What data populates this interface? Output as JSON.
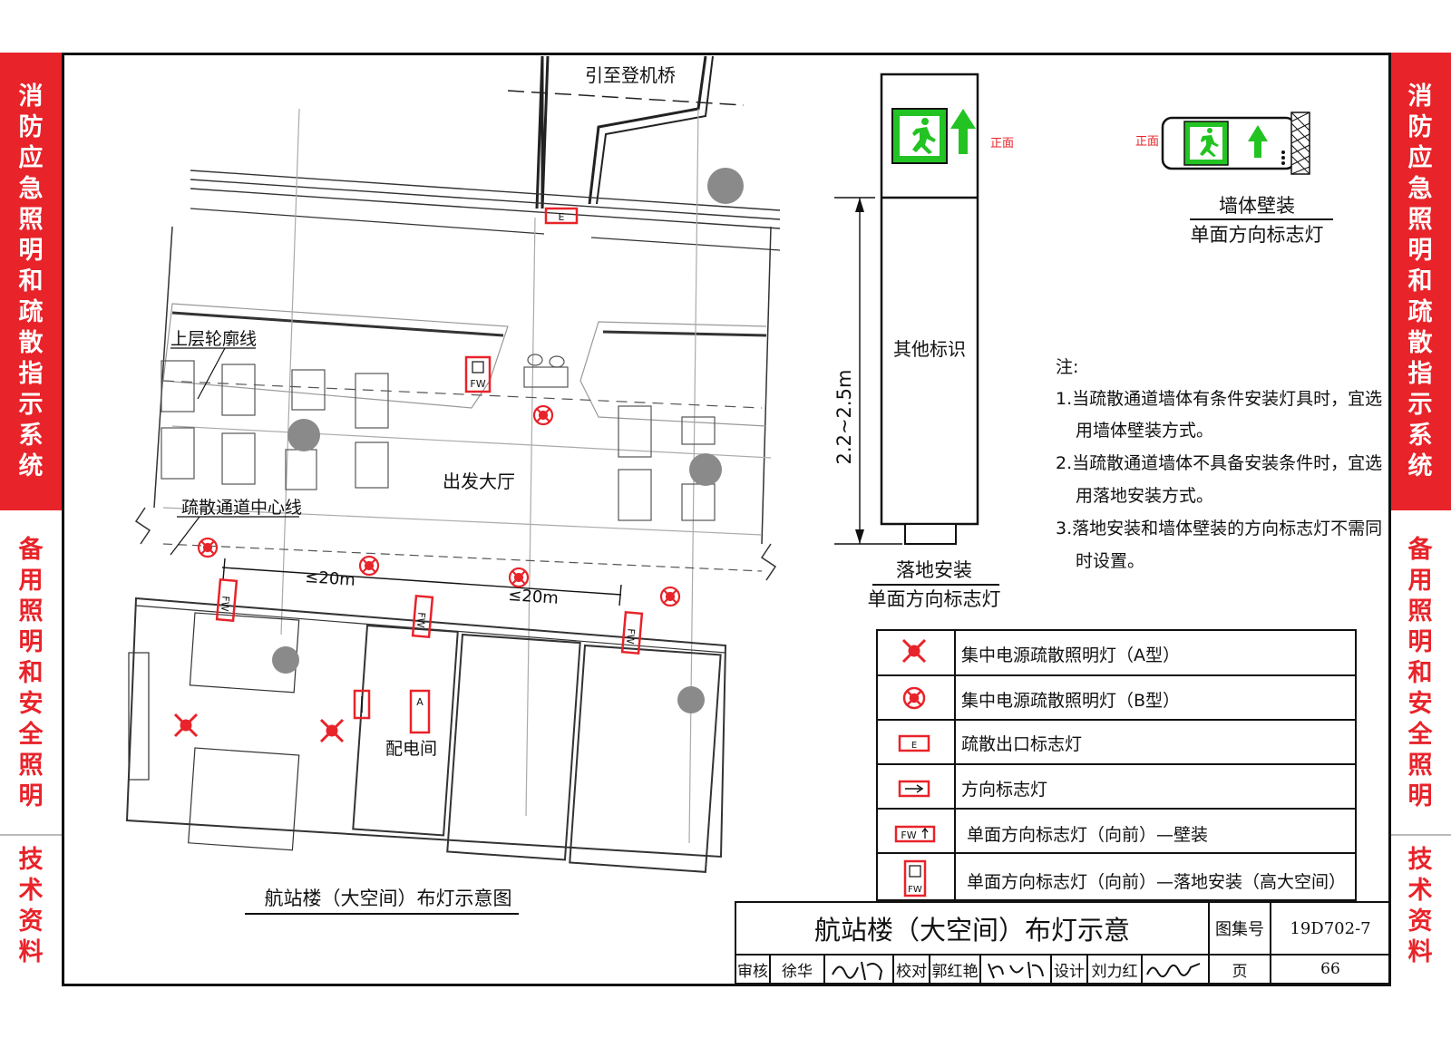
{
  "sidebar": {
    "sections": [
      {
        "text": "消防应急照明和疏散指示系统",
        "style": "red"
      },
      {
        "text": "备用照明和安全照明",
        "style": "white"
      },
      {
        "text": "技术资料",
        "style": "white"
      }
    ]
  },
  "plan": {
    "caption": "航站楼（大空间）布灯示意图",
    "labels": {
      "bridge": "引至登机桥",
      "upper_outline": "上层轮廓线",
      "evac_centerline": "疏散通道中心线",
      "hall": "出发大厅",
      "dist1": "≤20m",
      "dist2": "≤20m",
      "elec_room": "配电间",
      "fw": "FW",
      "exit_e": "E",
      "a_mark": "A"
    }
  },
  "floor_sign": {
    "label_front": "正面",
    "other_marks": "其他标识",
    "height": "2.2~2.5m",
    "caption_line1": "落地安装",
    "caption_line2": "单面方向标志灯"
  },
  "wall_sign": {
    "label_front": "正面",
    "caption_line1": "墙体壁装",
    "caption_line2": "单面方向标志灯"
  },
  "notes": {
    "title": "注:",
    "lines": [
      "1.当疏散通道墙体有条件安装灯具时，宜选",
      "用墙体壁装方式。",
      "2.当疏散通道墙体不具备安装条件时，宜选",
      "用落地安装方式。",
      "3.落地安装和墙体壁装的方向标志灯不需同",
      "时设置。"
    ]
  },
  "legend": [
    {
      "symbol": "lamp-a",
      "label": "集中电源疏散照明灯（A型）"
    },
    {
      "symbol": "lamp-b",
      "label": "集中电源疏散照明灯（B型）"
    },
    {
      "symbol": "exit",
      "label": "疏散出口标志灯",
      "mark": "E"
    },
    {
      "symbol": "direction",
      "label": "方向标志灯"
    },
    {
      "symbol": "fw-wall",
      "label": "单面方向标志灯（向前）—壁装",
      "mark": "FW"
    },
    {
      "symbol": "fw-floor",
      "label": "单面方向标志灯（向前）—落地安装（高大空间）",
      "mark": "FW"
    }
  ],
  "title_block": {
    "title": "航站楼（大空间）布灯示意",
    "atlas_label": "图集号",
    "atlas_no": "19D702-7",
    "review_label": "审核",
    "review_name": "徐华",
    "check_label": "校对",
    "check_name": "郭红艳",
    "design_label": "设计",
    "design_name": "刘力红",
    "page_label": "页",
    "page_no": "66"
  },
  "colors": {
    "accent_red": "#e8232a",
    "sign_green": "#22c322",
    "column_gray": "#8a8a8a"
  }
}
